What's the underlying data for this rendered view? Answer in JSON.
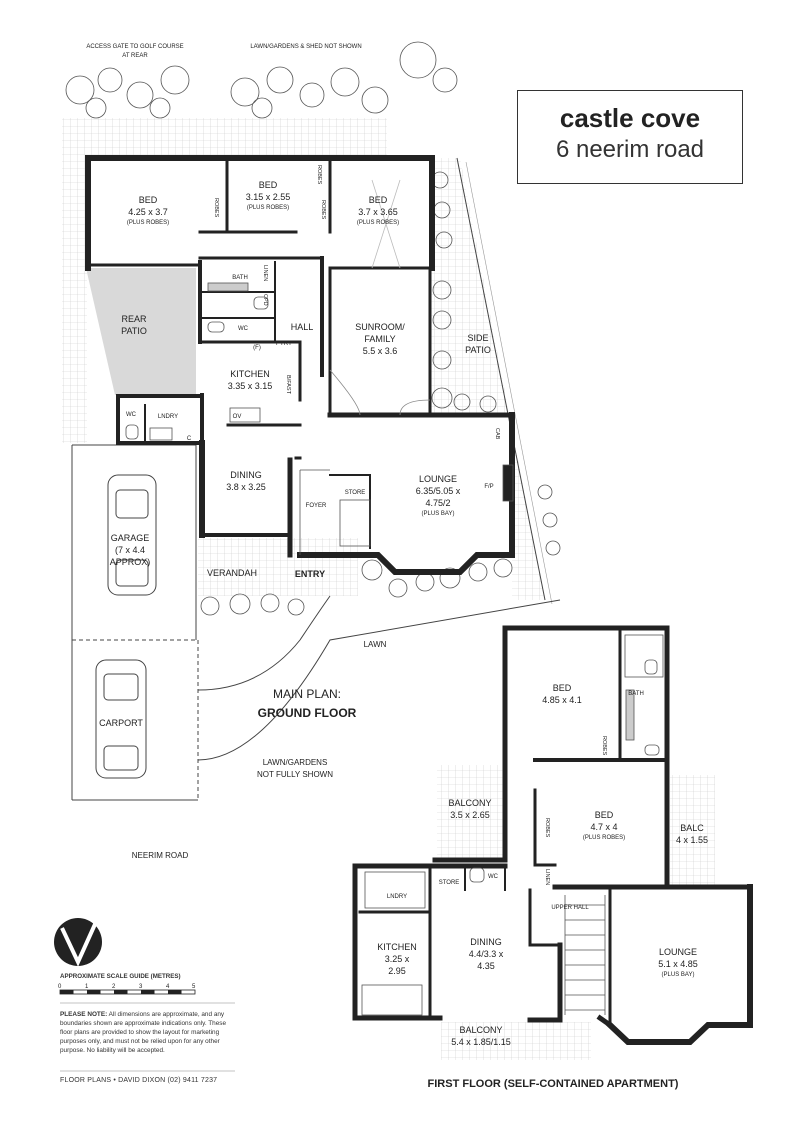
{
  "title": {
    "suburb": "castle cove",
    "address": "6 neerim road"
  },
  "notes": {
    "access_gate": "ACCESS GATE TO GOLF COURSE",
    "at_rear": "AT REAR",
    "lawn_shed": "LAWN/GARDENS & SHED NOT SHOWN",
    "lawn": "LAWN",
    "lawn_gardens_1": "LAWN/GARDENS",
    "lawn_gardens_2": "NOT FULLY SHOWN",
    "street": "NEERIM ROAD",
    "entry": "ENTRY"
  },
  "plans": {
    "main_1": "MAIN PLAN:",
    "main_2": "GROUND FLOOR",
    "first": "FIRST FLOOR (SELF-CONTAINED APARTMENT)"
  },
  "ground": {
    "bed1": {
      "name": "BED",
      "dim": "4.25 x 3.7",
      "sub": "(PLUS ROBES)"
    },
    "bed2": {
      "name": "BED",
      "dim": "3.15 x 2.55",
      "sub": "(PLUS ROBES)"
    },
    "bed3": {
      "name": "BED",
      "dim": "3.7 x 3.65",
      "sub": "(PLUS ROBES)"
    },
    "robes": "ROBES",
    "bath": "BATH",
    "linen": "LINEN",
    "cpd": "CPD",
    "wc": "WC",
    "hall": "HALL",
    "rear_patio_1": "REAR",
    "rear_patio_2": "PATIO",
    "fr": "(F)",
    "ptry": "PTRY",
    "kitchen": {
      "name": "KITCHEN",
      "dim": "3.35 x 3.15"
    },
    "bfast": "B/FAST",
    "ov": "OV",
    "sunroom": {
      "name1": "SUNROOM/",
      "name2": "FAMILY",
      "dim": "5.5 x 3.6"
    },
    "side_patio_1": "SIDE",
    "side_patio_2": "PATIO",
    "lndry": "LNDRY",
    "c": "C",
    "dining": {
      "name": "DINING",
      "dim": "3.8 x 3.25"
    },
    "foyer": "FOYER",
    "store": "STORE",
    "lounge": {
      "name": "LOUNGE",
      "dim1": "6.35/5.05 x",
      "dim2": "4.75/2",
      "sub": "(PLUS BAY)"
    },
    "cab": "CAB",
    "fp": "F/P",
    "garage": {
      "name": "GARAGE",
      "dim1": "(7 x 4.4",
      "dim2": "APPROX)"
    },
    "verandah": "VERANDAH",
    "carport": "CARPORT"
  },
  "first": {
    "bed1": {
      "name": "BED",
      "dim": "4.85 x 4.1"
    },
    "bath": "BATH",
    "robes": "ROBES",
    "balcony1": {
      "name": "BALCONY",
      "dim": "3.5 x 2.65"
    },
    "bed2": {
      "name": "BED",
      "dim": "4.7 x 4",
      "sub": "(PLUS ROBES)"
    },
    "balc": {
      "name": "BALC",
      "dim": "4 x 1.55"
    },
    "lndry": "LNDRY",
    "store": "STORE",
    "wc": "WC",
    "linen": "LINEN",
    "upper_hall": "UPPER HALL",
    "kitchen": {
      "name": "KITCHEN",
      "dim1": "3.25 x",
      "dim2": "2.95"
    },
    "dining": {
      "name": "DINING",
      "dim1": "4.4/3.3 x",
      "dim2": "4.35"
    },
    "lounge": {
      "name": "LOUNGE",
      "dim": "5.1 x 4.85",
      "sub": "(PLUS BAY)"
    },
    "balcony2": {
      "name": "BALCONY",
      "dim": "5.4 x 1.85/1.15"
    }
  },
  "scale": {
    "label": "APPROXIMATE SCALE GUIDE (METRES)",
    "ticks": [
      "0",
      "1",
      "2",
      "3",
      "4",
      "5"
    ]
  },
  "disclaimer": {
    "head": "PLEASE NOTE:",
    "body": "All dimensions are approximate, and any boundaries shown are approximate indications only. These floor plans are provided to show the layout for marketing purposes only, and must not be relied upon for any other purpose. No liability will be accepted."
  },
  "credit": "FLOOR PLANS • DAVID DIXON (02) 9411 7237",
  "colors": {
    "wall": "#222222",
    "hatch": "#d6d6d6",
    "patio": "#d9d9d9",
    "text": "#222222"
  }
}
